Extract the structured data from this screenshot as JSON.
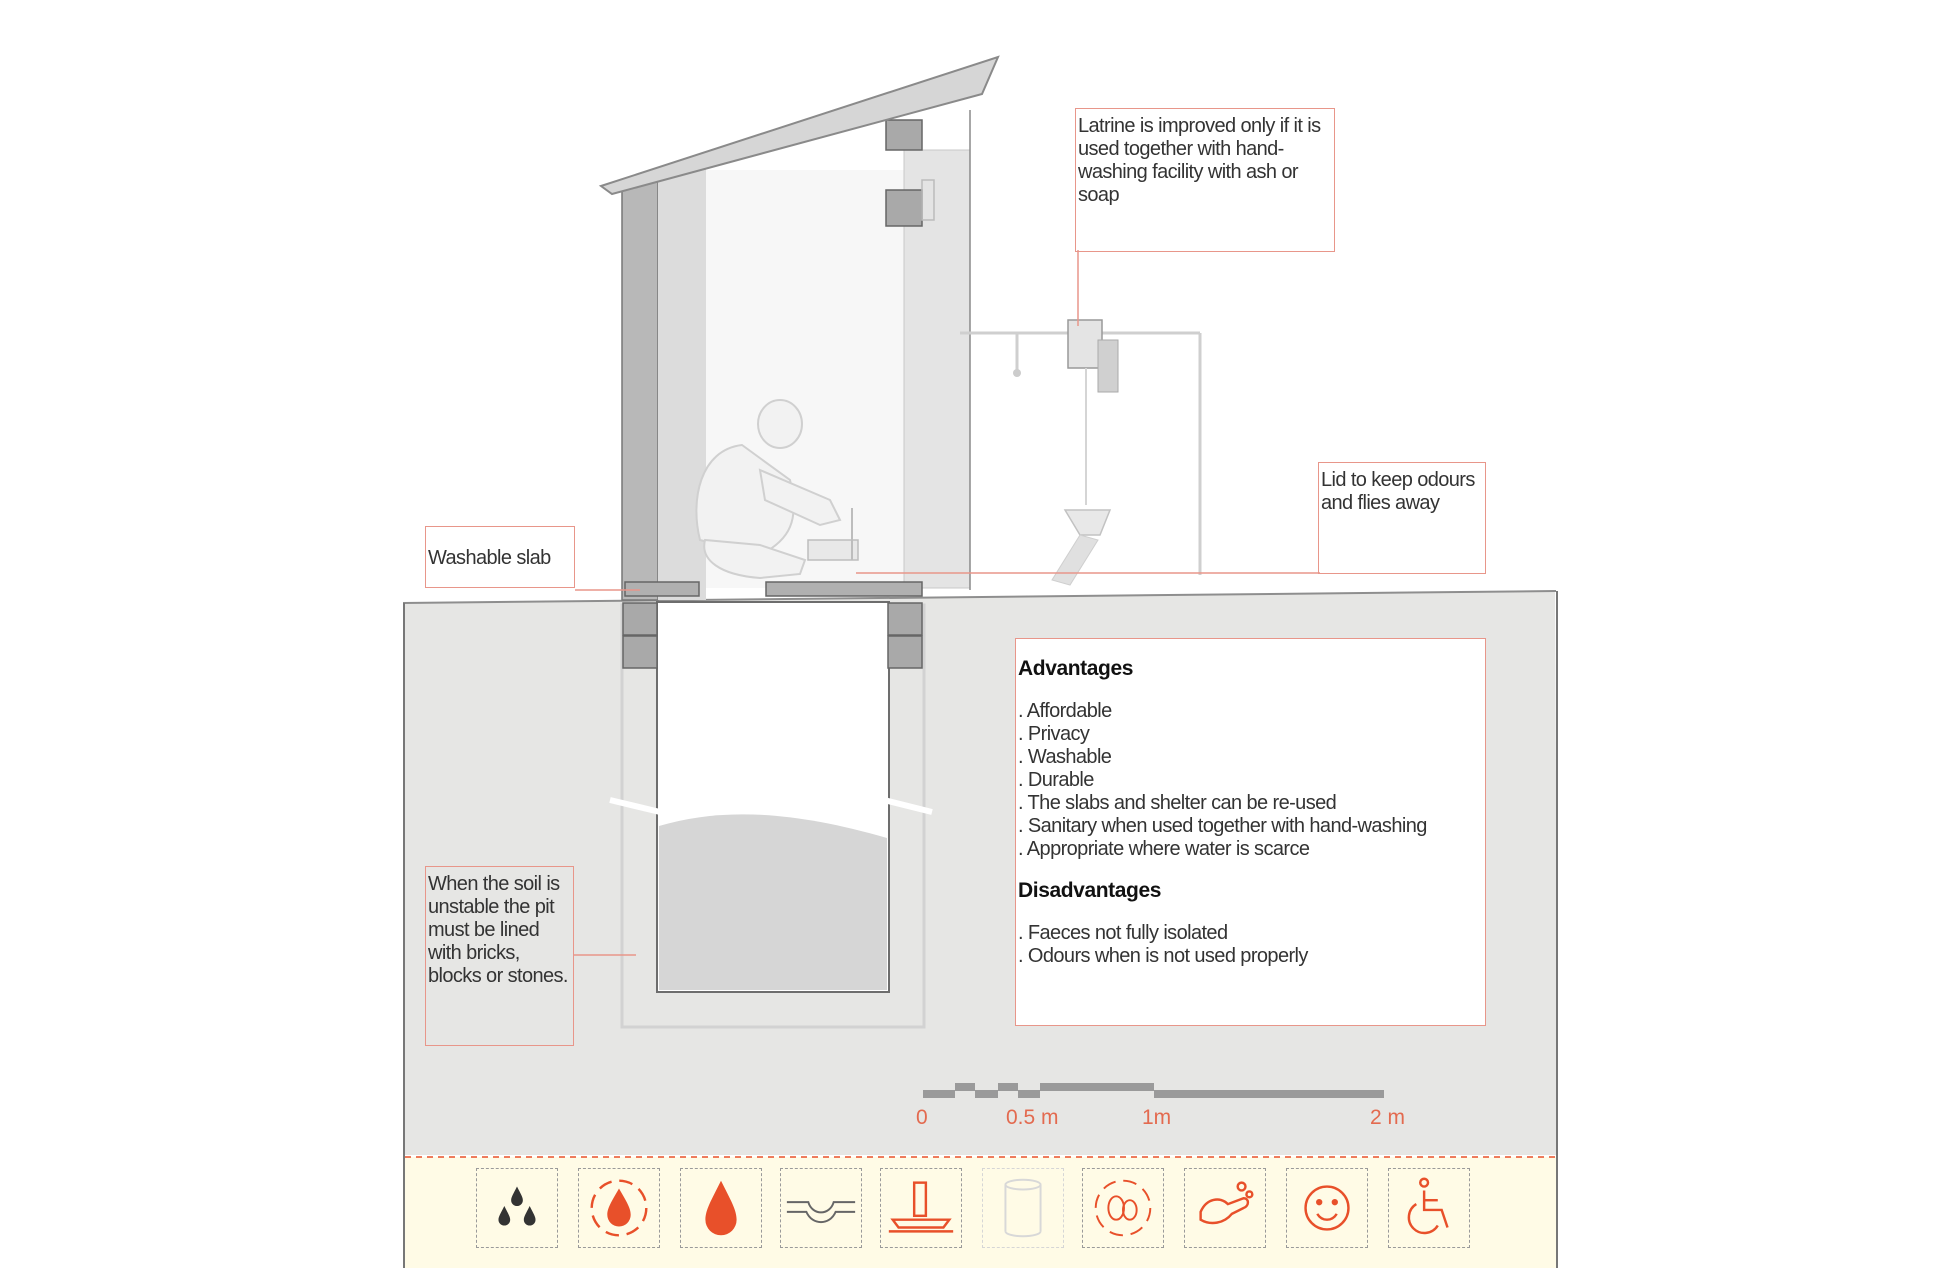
{
  "callouts": {
    "handwashing": "Latrine is improved only if it is used together with hand-washing facility with ash or  soap",
    "lid": "Lid to keep odours and flies away",
    "slab": "Washable slab",
    "lining": "When the soil is unstable the pit must be lined with bricks, blocks or stones."
  },
  "advantages": {
    "title": "Advantages",
    "items": [
      ". Affordable",
      ". Privacy",
      ". Washable",
      ". Durable",
      ". The slabs and shelter can be re-used",
      ". Sanitary when used together with hand-washing",
      ". Appropriate where water is scarce"
    ]
  },
  "disadvantages": {
    "title": "Disadvantages",
    "items": [
      ". Faeces not fully isolated",
      ". Odours when is not used properly"
    ]
  },
  "scale": {
    "labels": [
      "0",
      "0.5 m",
      "1m",
      "2 m"
    ]
  },
  "icons": [
    "water-drops-icon",
    "water-cycle-icon",
    "water-drop-icon",
    "soil-surface-icon",
    "slab-pedestal-icon",
    "cylinder-container-icon",
    "faeces-cycle-icon",
    "handwashing-icon",
    "smiley-face-icon",
    "wheelchair-icon"
  ],
  "colors": {
    "accent": "#e8502a",
    "callout_border": "#e8968a",
    "ground": "#e6e6e4",
    "icon_strip": "#fffbe6"
  }
}
